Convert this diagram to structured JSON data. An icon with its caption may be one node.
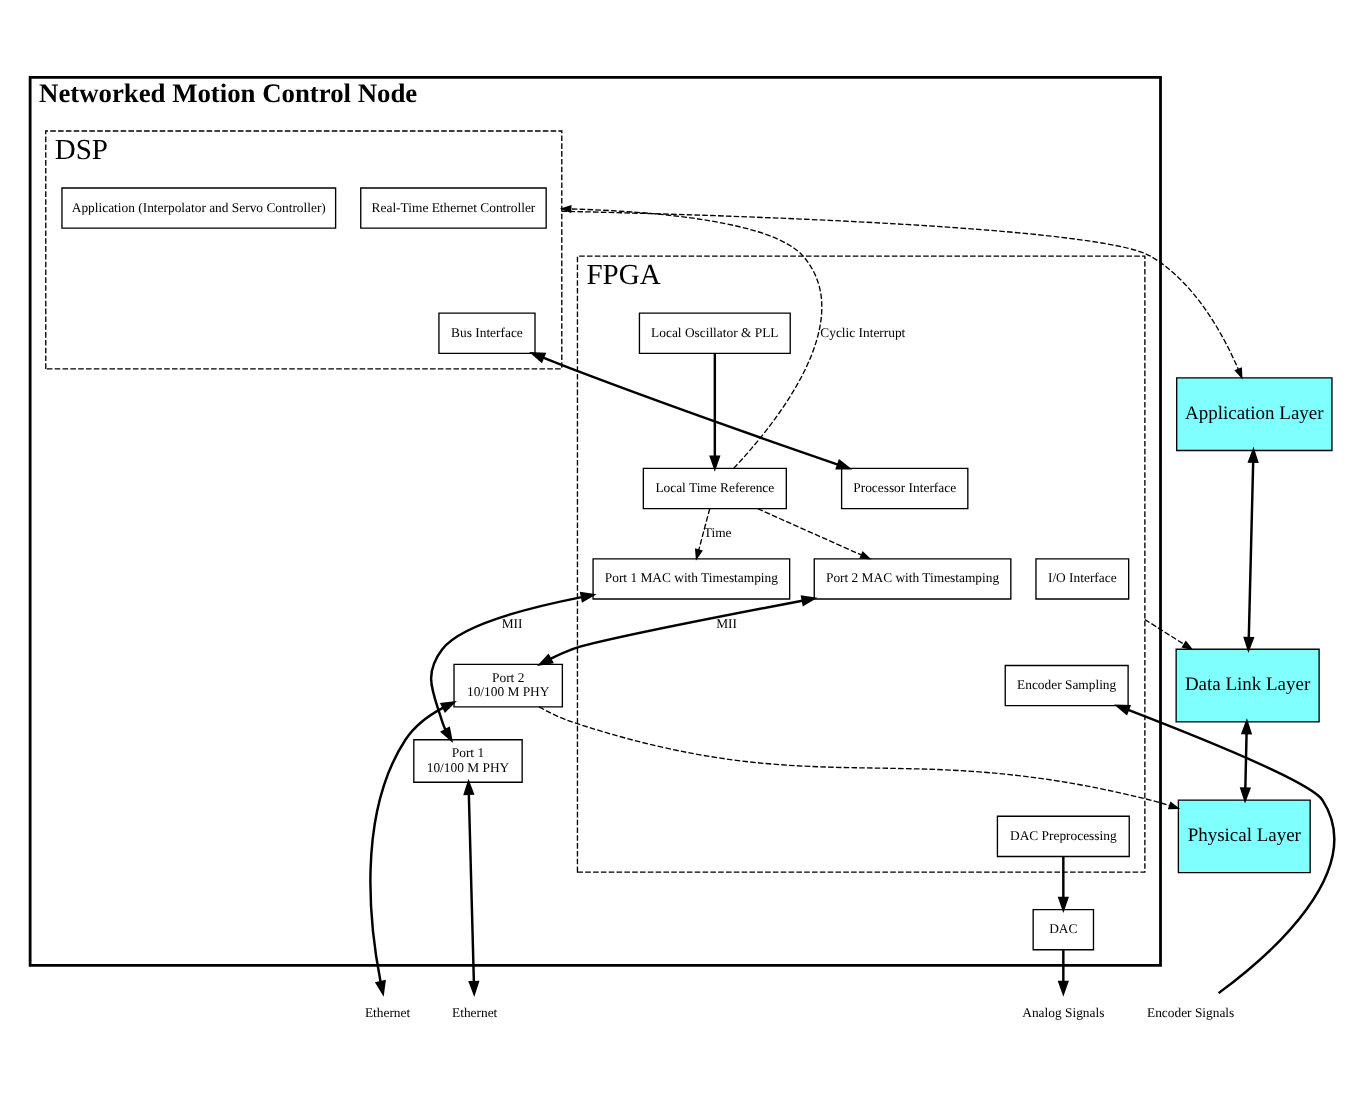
{
  "diagram": {
    "nodes": [
      {
        "text": [
          "Networked Motion Control Node"
        ]
      },
      {
        "text": [
          "DSP"
        ],
        "in": 0
      },
      {
        "text": [
          "Real-Time Ethernet Controller"
        ],
        "in": 1
      },
      {
        "text": [
          "Application (Interpolator and Servo Controller)"
        ],
        "in": 1
      },
      {
        "text": [
          "Bus Interface"
        ],
        "in": 1
      },
      {
        "text": [
          "FPGA"
        ],
        "in": 0
      },
      {
        "text": [
          "I/O Interface"
        ],
        "in": 5
      },
      {
        "text": [
          "Processor Interface"
        ],
        "in": 5
      },
      {
        "text": [
          "Encoder Sampling"
        ],
        "in": 5
      },
      {
        "text": [
          "Local Time Reference"
        ],
        "in": 5
      },
      {
        "text": [
          "Port 1 MAC with Timestamping"
        ],
        "in": 5
      },
      {
        "text": [
          "Port 2 MAC with Timestamping"
        ],
        "in": 5
      },
      {
        "text": [
          "DAC Preprocessing"
        ],
        "in": 5
      },
      {
        "text": [
          "Local Oscillator & PLL"
        ],
        "in": 5
      },
      {
        "text": [
          "DAC"
        ],
        "in": 0
      },
      {
        "text": [
          "Port 1",
          "10/100 M PHY"
        ],
        "in": 0
      },
      {
        "text": [
          "Port 2",
          "10/100 M PHY"
        ],
        "in": 0
      },
      {
        "text": [
          "Application Layer"
        ]
      },
      {
        "text": [
          "Data Link Layer"
        ]
      },
      {
        "text": [
          "Physical Layer"
        ]
      },
      {
        "text": [
          "Encoder Signals"
        ]
      },
      {
        "text": [
          "Analog Signals"
        ]
      },
      {
        "text": [
          "Ethernet"
        ]
      },
      {
        "text": [
          "Ethernet"
        ]
      }
    ],
    "edges": [
      {
        "from": 4,
        "to": 7,
        "arrow": "both"
      },
      {
        "from": 9,
        "to": 1,
        "arrow": "to",
        "style": "dashed",
        "label": "Cyclic Interrupt"
      },
      {
        "from": 9,
        "to": 10,
        "arrow": "to",
        "style": "dashed",
        "label": "Time"
      },
      {
        "from": 9,
        "to": 11,
        "arrow": "to",
        "style": "dashed"
      },
      {
        "from": 13,
        "to": 9,
        "arrow": "to"
      },
      {
        "from": 20,
        "to": 8,
        "arrow": "to"
      },
      {
        "from": 12,
        "to": 14,
        "arrow": "to"
      },
      {
        "from": 10,
        "to": 15,
        "arrow": "both",
        "label": "MII"
      },
      {
        "from": 11,
        "to": 16,
        "arrow": "both",
        "label": "MII"
      },
      {
        "from": 14,
        "to": 21,
        "arrow": "to"
      },
      {
        "from": 15,
        "to": 22,
        "arrow": "both"
      },
      {
        "from": 16,
        "to": 23,
        "arrow": "both"
      },
      {
        "from": 1,
        "to": 17,
        "arrow": "to",
        "style": "dashed"
      },
      {
        "from": 5,
        "to": 18,
        "arrow": "to",
        "style": "dashed"
      },
      {
        "from": 16,
        "to": 19,
        "arrow": "to",
        "style": "dashed"
      },
      {
        "from": 17,
        "to": 18,
        "arrow": "both"
      },
      {
        "from": 18,
        "to": 19,
        "arrow": "both"
      }
    ]
  }
}
